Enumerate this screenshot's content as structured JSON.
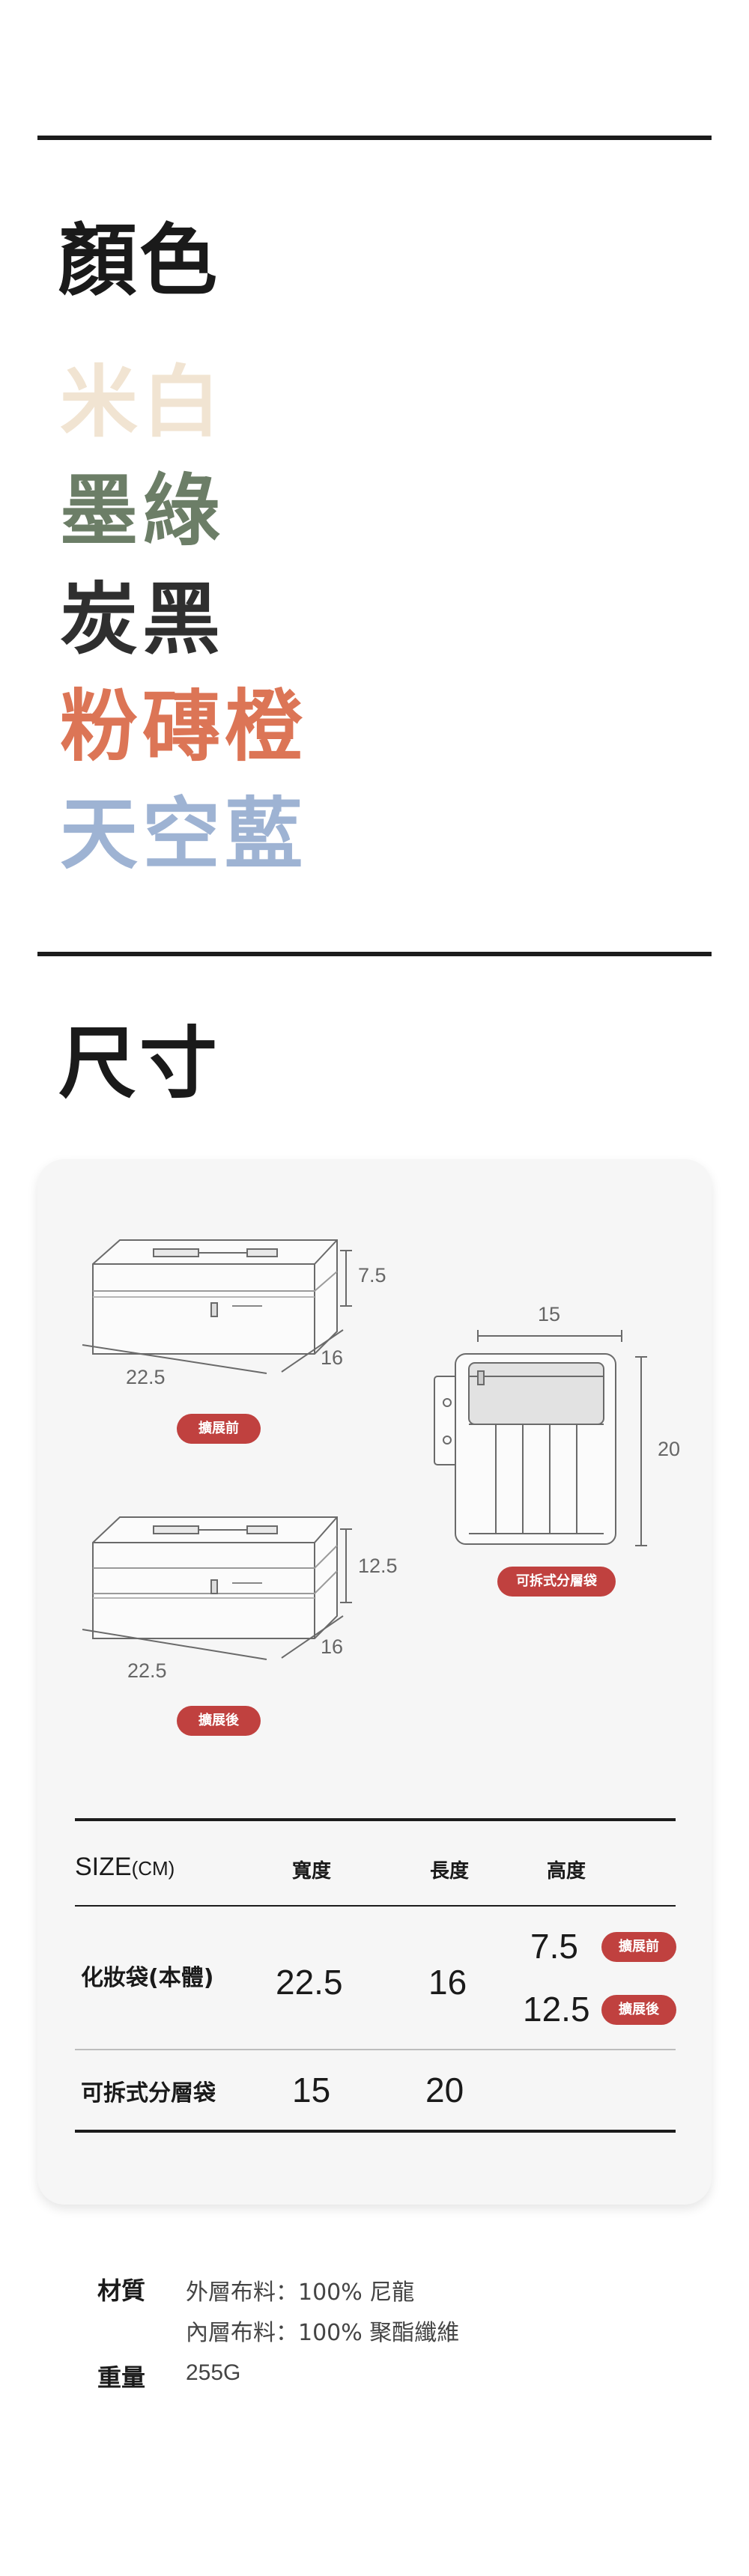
{
  "sections": {
    "colors_heading": "顏色",
    "size_heading": "尺寸"
  },
  "colors": [
    {
      "name": "米白",
      "hex": "#f1e4d2"
    },
    {
      "name": "墨綠",
      "hex": "#6c7e67"
    },
    {
      "name": "炭黑",
      "hex": "#2f2f2f"
    },
    {
      "name": "粉磚橙",
      "hex": "#dc7556"
    },
    {
      "name": "天空藍",
      "hex": "#9eb3d3"
    }
  ],
  "diagram": {
    "before": {
      "width": "22.5",
      "depth": "16",
      "height": "7.5",
      "badge": "擴展前"
    },
    "after": {
      "width": "22.5",
      "depth": "16",
      "height": "12.5",
      "badge": "擴展後"
    },
    "pouch": {
      "width": "15",
      "height": "20",
      "badge": "可拆式分層袋"
    }
  },
  "table": {
    "size_label": "SIZE",
    "unit": "(CM)",
    "headers": [
      "寬度",
      "長度",
      "高度"
    ],
    "rows": [
      {
        "name": "化妝袋(本體)",
        "width": "22.5",
        "length": "16",
        "heights": [
          {
            "value": "7.5",
            "badge": "擴展前"
          },
          {
            "value": "12.5",
            "badge": "擴展後"
          }
        ]
      },
      {
        "name": "可拆式分層袋",
        "width": "15",
        "length": "20"
      }
    ]
  },
  "specs": {
    "material_label": "材質",
    "material_lines": [
      "外層布料：100% 尼龍",
      "內層布料：100% 聚酯纖維"
    ],
    "weight_label": "重量",
    "weight_value": "255G"
  }
}
